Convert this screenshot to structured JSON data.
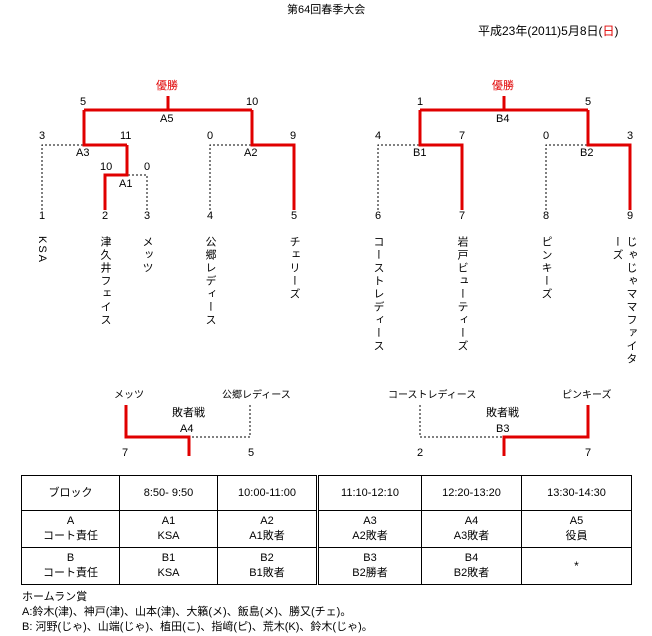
{
  "page": {
    "title": "第64回春季大会",
    "date_prefix": "平成23年(2011)5月8日(",
    "date_day": "日",
    "date_suffix": ")"
  },
  "bracket_a": {
    "champion_label": "優勝",
    "scores": {
      "a5_left": "5",
      "a5_right": "10",
      "a3_left": "3",
      "a3_right": "11",
      "a1_left": "10",
      "a1_right": "0",
      "a2_left": "0",
      "a2_right": "9"
    },
    "game_labels": {
      "a5": "A5",
      "a3": "A3",
      "a1": "A1",
      "a2": "A2"
    },
    "slots": [
      "1",
      "2",
      "3",
      "4",
      "5"
    ],
    "teams": [
      "KSA",
      "津久井フェイス",
      "メッツ",
      "公郷レディース",
      "チェリーズ"
    ]
  },
  "bracket_b": {
    "champion_label": "優勝",
    "scores": {
      "b4_left": "1",
      "b4_right": "5",
      "b1_left": "4",
      "b1_right": "7",
      "b2_left": "0",
      "b2_right": "3"
    },
    "game_labels": {
      "b4": "B4",
      "b1": "B1",
      "b2": "B2"
    },
    "slots": [
      "6",
      "7",
      "8",
      "9"
    ],
    "teams": [
      "コーストレディース",
      "岩戸ビューティーズ",
      "ピンキーズ",
      "じゃじゃママファイターズ"
    ]
  },
  "consolation_a": {
    "left_team": "メッツ",
    "right_team": "公郷レディース",
    "label": "敗者戦",
    "game": "A4",
    "left_score": "7",
    "right_score": "5"
  },
  "consolation_b": {
    "left_team": "コーストレディース",
    "right_team": "ピンキーズ",
    "label": "敗者戦",
    "game": "B3",
    "left_score": "2",
    "right_score": "7"
  },
  "schedule": {
    "header": [
      "ブロック",
      "8:50- 9:50",
      "10:00-11:00",
      "11:10-12:10",
      "12:20-13:20",
      "13:30-14:30"
    ],
    "row_a": {
      "block": "A",
      "block_sub": "コート責任",
      "cells": [
        {
          "game": "A1",
          "duty": "KSA"
        },
        {
          "game": "A2",
          "duty": "A1敗者"
        },
        {
          "game": "A3",
          "duty": "A2敗者"
        },
        {
          "game": "A4",
          "duty": "A3敗者"
        },
        {
          "game": "A5",
          "duty": "役員"
        }
      ]
    },
    "row_b": {
      "block": "B",
      "block_sub": "コート責任",
      "cells": [
        {
          "game": "B1",
          "duty": "KSA"
        },
        {
          "game": "B2",
          "duty": "B1敗者"
        },
        {
          "game": "B3",
          "duty": "B2勝者"
        },
        {
          "game": "B4",
          "duty": "B2敗者"
        }
      ],
      "last": "*"
    }
  },
  "homerun": {
    "title": "ホームラン賞",
    "line_a": "A:鈴木(津)、神戸(津)、山本(津)、大籟(メ)、飯島(メ)、勝又(チェ)。",
    "line_b": "B: 河野(じゃ)、山端(じゃ)、植田(こ)、指﨑(ピ)、荒木(K)、鈴木(じゃ)。"
  }
}
